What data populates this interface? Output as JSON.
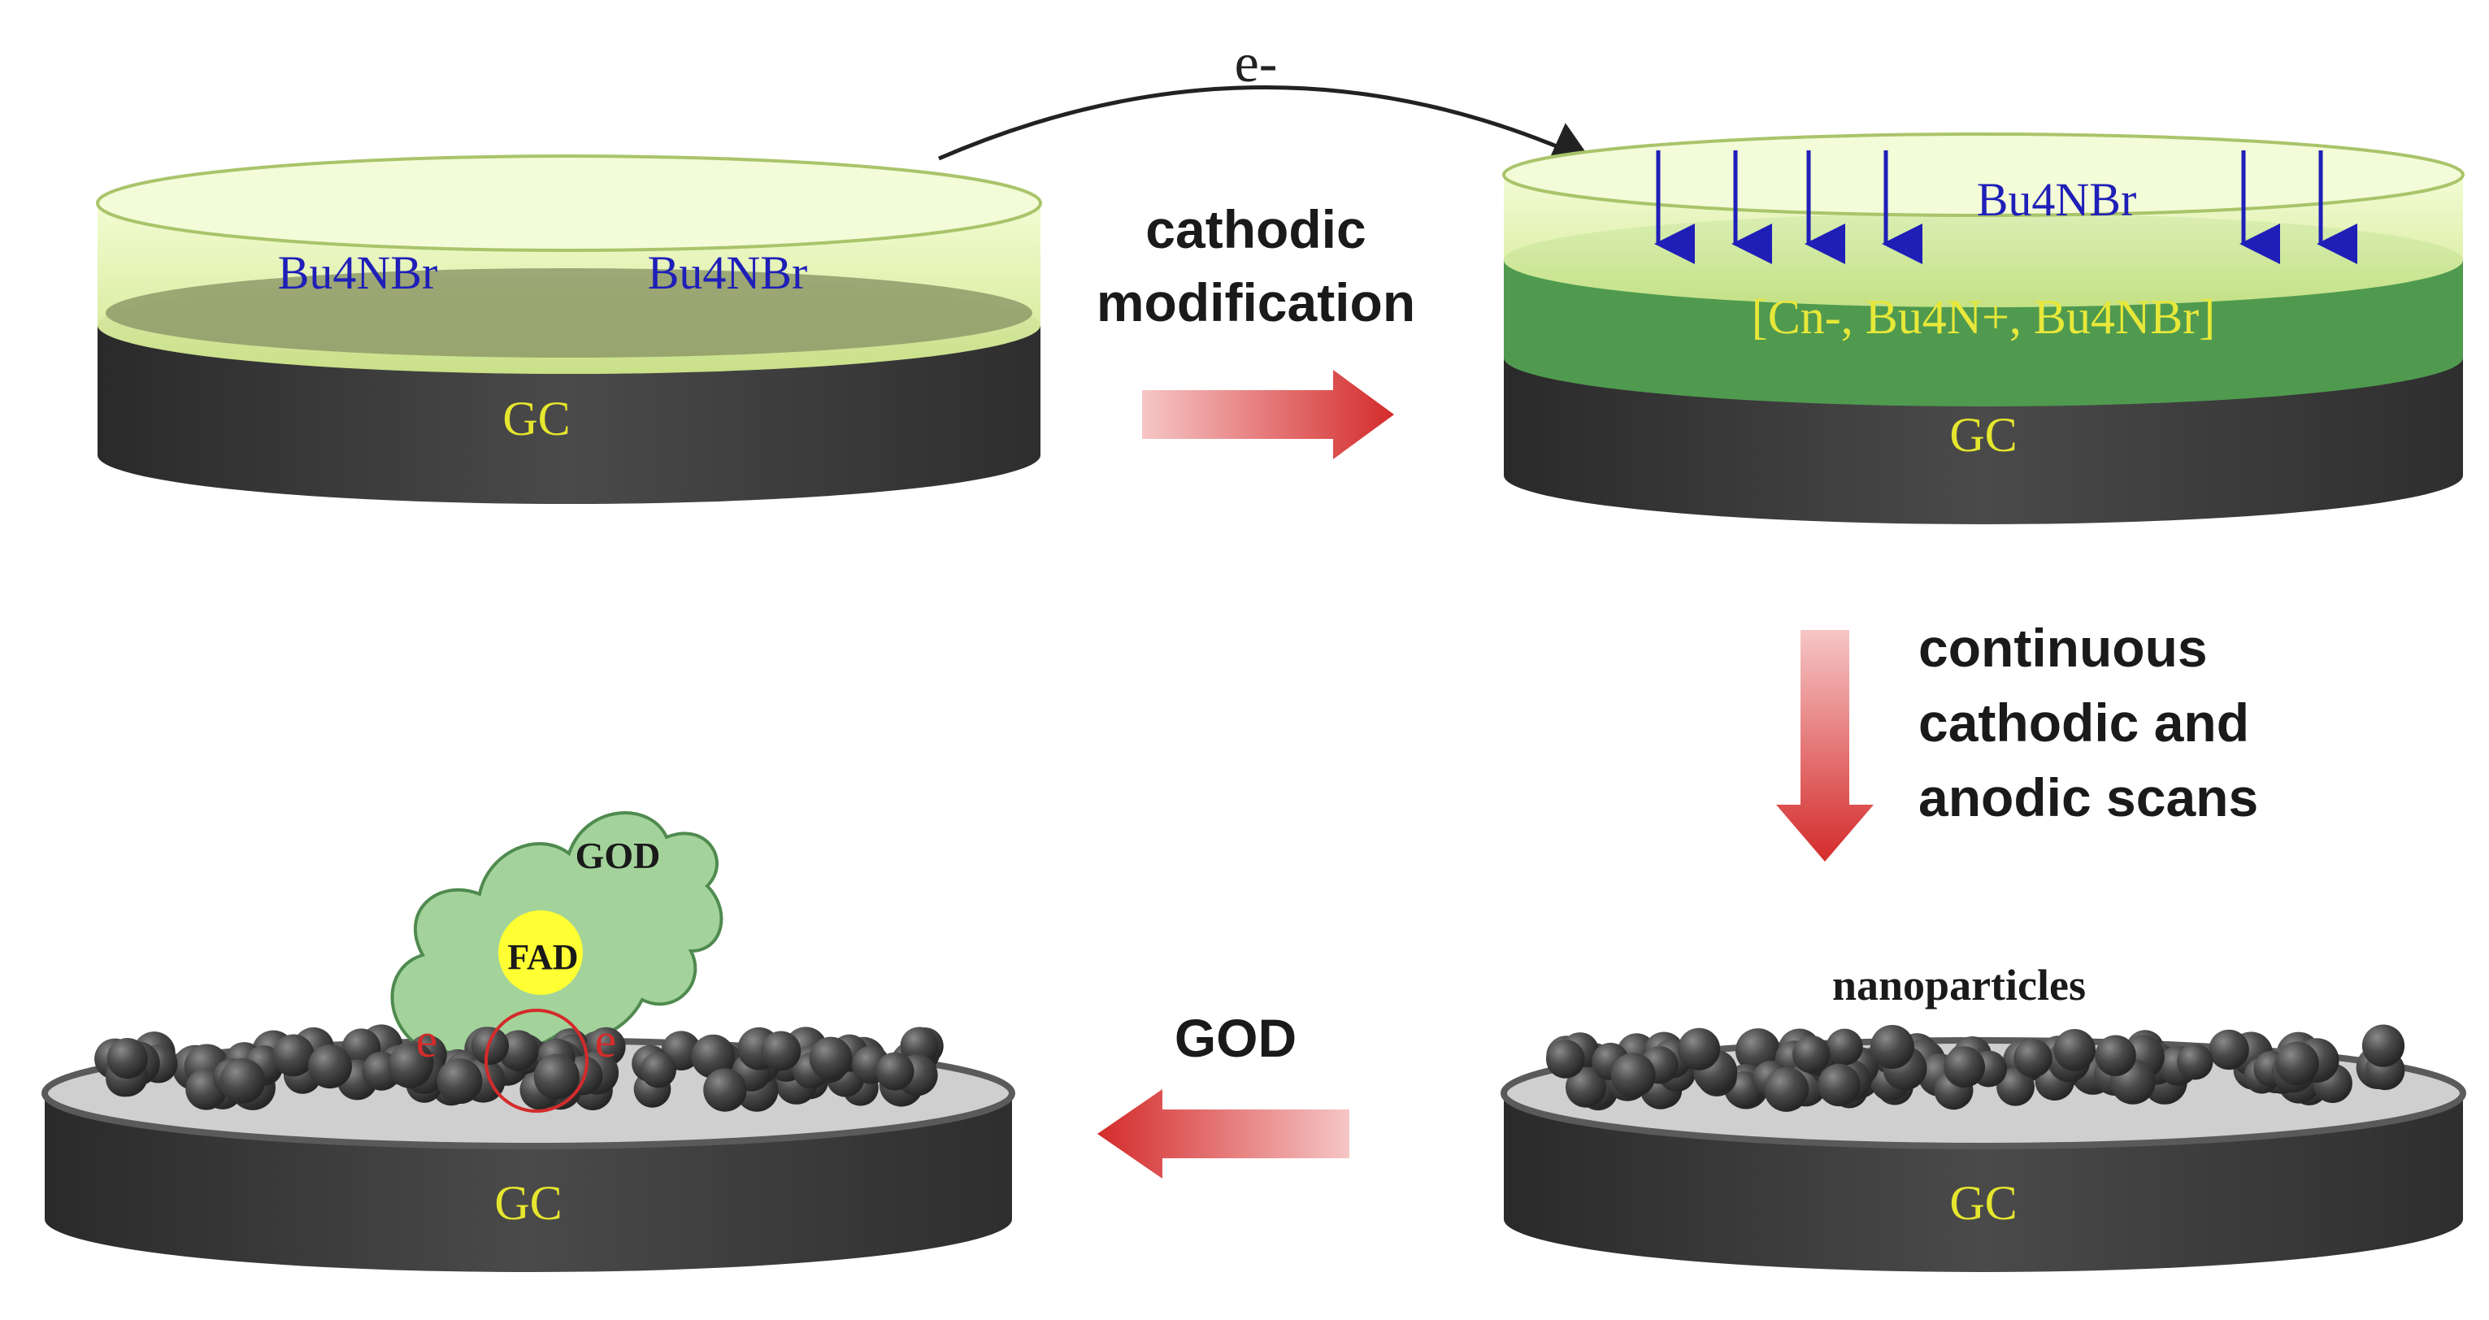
{
  "colors": {
    "gc_label": "#e6e62e",
    "electrolyte_label": "#1f1fb8",
    "film_label": "#e8e83a",
    "process_arrow": "#d42b2b",
    "ion_arrow": "#1f1fb8",
    "step_text": "#1a1a1a",
    "electrode_body": "#3c3c3c",
    "solution": "#dff0a8",
    "film": "#4f9a4f",
    "enzyme": "#a3d39a",
    "fad_core": "#ffff33"
  },
  "electrodes": {
    "top_left": {
      "gc_label": "GC",
      "electrolyte_labels": [
        "Bu4NBr",
        "Bu4NBr"
      ]
    },
    "top_right": {
      "gc_label": "GC",
      "electrolyte_label": "Bu4NBr",
      "film_label": "[Cn-, Bu4N+, Bu4NBr]"
    },
    "bottom_right": {
      "gc_label": "GC",
      "particles_label": "nanoparticles"
    },
    "bottom_left": {
      "gc_label": "GC",
      "enzyme_label": "GOD",
      "cofactor_label": "FAD",
      "electron_left": "e",
      "electron_right": "e"
    }
  },
  "steps": {
    "electron": "e-",
    "cathodic_line1": "cathodic",
    "cathodic_line2": "modification",
    "scans_line1": "continuous",
    "scans_line2": "cathodic and",
    "scans_line3": "anodic scans",
    "god": "GOD"
  }
}
